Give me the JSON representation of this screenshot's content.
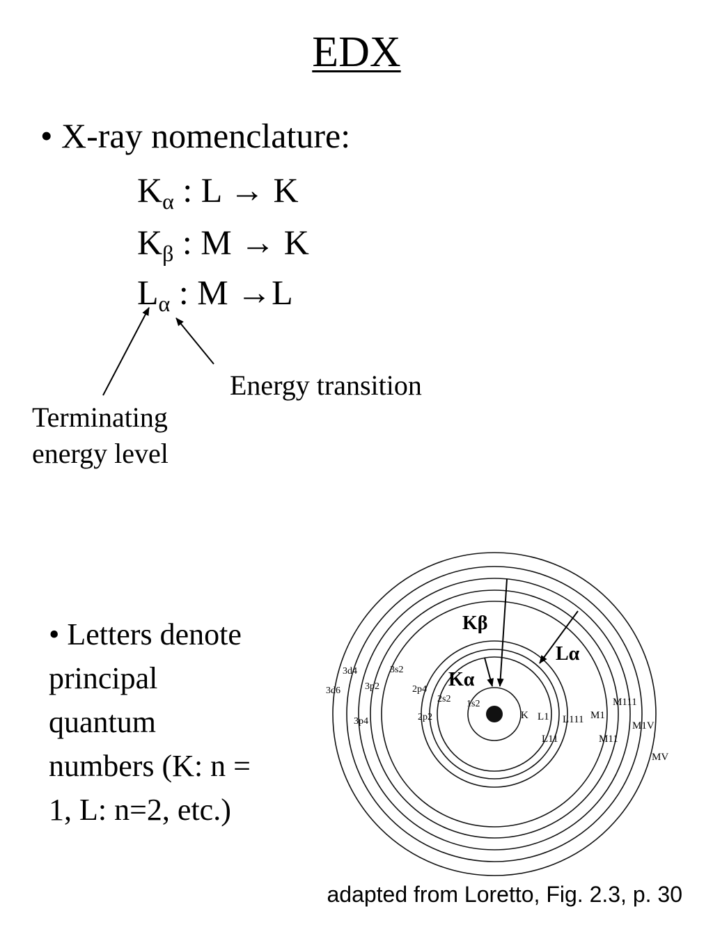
{
  "title": "EDX",
  "bullet1": {
    "text": "• X-ray nomenclature:",
    "transitions": [
      {
        "main": "K",
        "sub": "α",
        "rest": " : L → K"
      },
      {
        "main": "K",
        "sub": "β",
        "rest": " : M → K"
      },
      {
        "main": "L",
        "sub": "α",
        "rest": " : M →L"
      }
    ]
  },
  "annotations": {
    "energy_transition": "Energy transition",
    "terminating_line1": "Terminating",
    "terminating_line2": "energy level"
  },
  "bullet2": {
    "lines": [
      "• Letters denote",
      "principal",
      "quantum",
      "numbers (K: n =",
      "1, L: n=2, etc.)"
    ]
  },
  "figure": {
    "arrow_labels": {
      "k_beta": "Kβ",
      "l_alpha": "Lα",
      "k_alpha": "Kα"
    },
    "shell_labels": {
      "k": "K",
      "l1": "L1",
      "l2": "L11",
      "l3": "L111",
      "m1": "M1",
      "m2": "M11",
      "m3": "M111",
      "m4": "M1V",
      "m5": "MV"
    },
    "orbital_labels": {
      "s1": "1s2",
      "s2": "2s2",
      "p2_upper": "2p4",
      "p2_lower": "2p2",
      "s3": "3s2",
      "p3_upper": "3p2",
      "p3_lower": "3p4",
      "d3_upper": "3d4",
      "d3_lower": "3d6"
    }
  },
  "caption": "adapted from Loretto, Fig. 2.3, p. 30"
}
